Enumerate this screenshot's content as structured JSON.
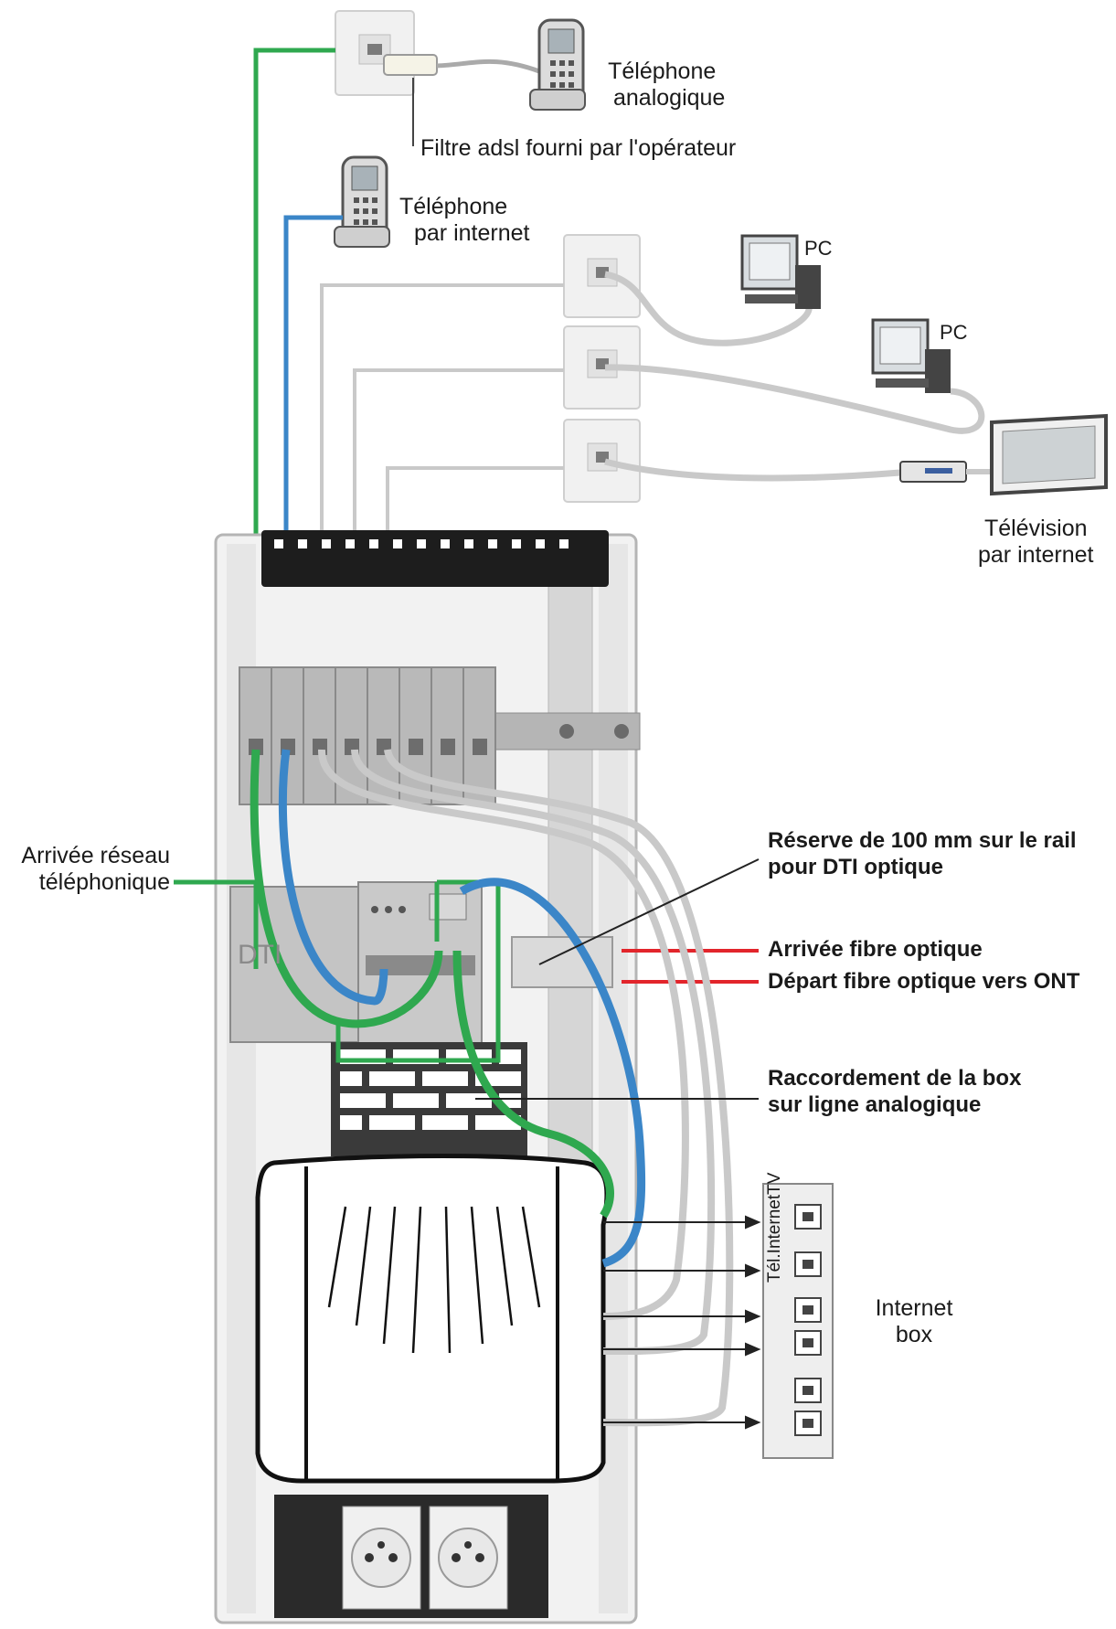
{
  "labels": {
    "tel_analog": [
      "Téléphone",
      "analogique"
    ],
    "adsl_filter": "Filtre adsl fourni par l'opérateur",
    "tel_internet": [
      "Téléphone",
      "par internet"
    ],
    "pc_top": "PC",
    "pc_mid": "PC",
    "tv_internet": [
      "Télévision",
      "par internet"
    ],
    "network_arrival": [
      "Arrivée réseau",
      "téléphonique"
    ],
    "reserve_rail": [
      "Réserve de 100 mm sur le rail",
      "pour DTI optique"
    ],
    "fiber_in": "Arrivée fibre optique",
    "fiber_out": "Départ fibre optique vers ONT",
    "box_link": [
      "Raccordement de la box",
      "sur ligne analogique"
    ],
    "internet_box": [
      "Internet",
      "box"
    ],
    "box_ports": "Tél.InternetTV",
    "dti_tag": "DTI"
  },
  "colors": {
    "phone_line": "#2fa84f",
    "voip_line": "#3b86c8",
    "ethernet": "#c9c9c9",
    "fiber": "#e2252b",
    "panel": "#eeeeee",
    "module": "#b9b9b9"
  }
}
